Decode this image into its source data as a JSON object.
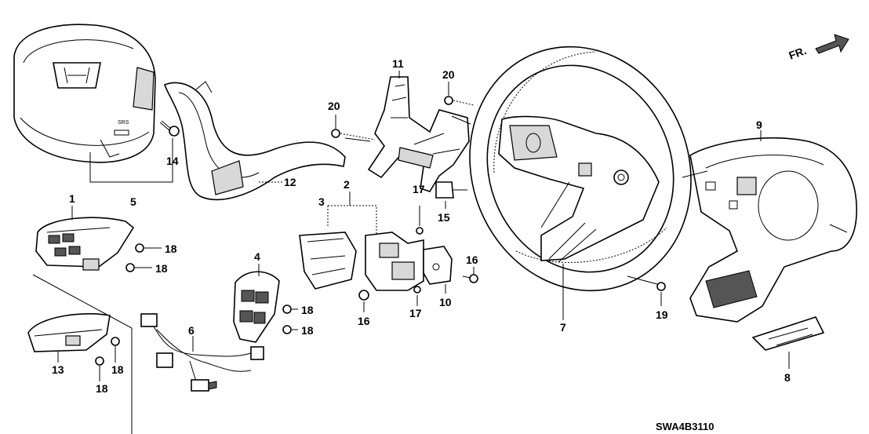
{
  "diagram": {
    "code": "SWA4B3110",
    "front_indicator": "FR.",
    "callouts": {
      "c1": "1",
      "c2": "2",
      "c3": "3",
      "c4": "4",
      "c5": "5",
      "c6": "6",
      "c7": "7",
      "c8": "8",
      "c9": "9",
      "c10": "10",
      "c11": "11",
      "c12": "12",
      "c13": "13",
      "c14": "14",
      "c15": "15",
      "c16a": "16",
      "c16b": "16",
      "c17a": "17",
      "c17b": "17",
      "c18a": "18",
      "c18b": "18",
      "c18c": "18",
      "c18d": "18",
      "c18e": "18",
      "c18f": "18",
      "c19": "19",
      "c20a": "20",
      "c20b": "20"
    }
  }
}
